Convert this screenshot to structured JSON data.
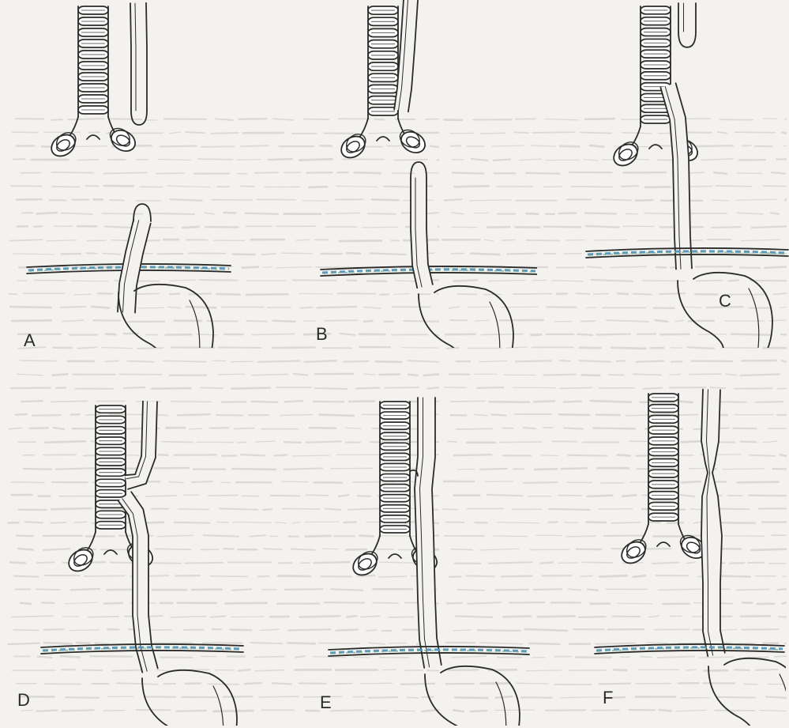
{
  "figure": {
    "panels": [
      {
        "id": "A",
        "label": "A",
        "variant": "separate"
      },
      {
        "id": "B",
        "label": "B",
        "variant": "pouch-with-lower-tip"
      },
      {
        "id": "C",
        "label": "C",
        "variant": "lower-fistula-to-carina"
      },
      {
        "id": "D",
        "label": "D",
        "variant": "upper-and-lower-fistula"
      },
      {
        "id": "E",
        "label": "E",
        "variant": "h-type-fistula"
      },
      {
        "id": "F",
        "label": "F",
        "variant": "stenosis"
      }
    ],
    "colors": {
      "ink": "#2b2b2b",
      "paper": "#f3f2ee",
      "cartilage": "#ffffff",
      "diaphragm_blue": "#4a90b8",
      "diaphragm_green": "#6fae86",
      "bleed": "#c9c6bd"
    }
  }
}
